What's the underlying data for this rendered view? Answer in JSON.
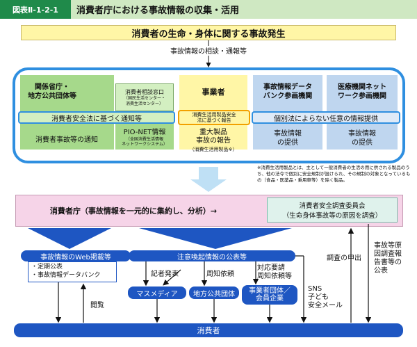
{
  "header": {
    "figure_no": "図表Ⅱ-1-2-1",
    "title": "消費者庁における事故情報の収集・活用"
  },
  "top_box": "消費者の生命・身体に関する事故発生",
  "consult_label": "事故情報の相談・通報等",
  "ministries": {
    "title": "関係省庁・\n地方公共団体等",
    "consult": "消費者相談窓口",
    "consult_sub": "（国民生活センター・\n消費生活センター）",
    "notice": "消費者事故等の通知"
  },
  "banner_green": "消費者安全法に基づく通知等",
  "pionet": {
    "title": "PIO-NET情報",
    "sub": "（全国消費生活情報\nネットワークシステム）"
  },
  "business": {
    "title": "事業者",
    "basis": "消費生活用製品安全\n法に基づく報告",
    "report": "重大製品\n事故の報告",
    "report_sub": "（消費生活用製品※）"
  },
  "banner_blue": "個別法によらない任意の情報提供",
  "databank": {
    "title": "事故情報データ\nバンク参画機関",
    "provide": "事故情報\nの提供"
  },
  "medical": {
    "title": "医療機関ネット\nワーク参画機関",
    "provide": "事故情報\nの提供"
  },
  "note": "※消費生活用製品とは、主として一般消費者の生活の用に供される製品のうち、他の法令で個別に安全規制が設けられ、その規制の対象となっているもの（食品・医薬品・乗用車等）を除く製品。",
  "caa": "消費者庁（事故情報を一元的に集約し、分析）→",
  "committee": {
    "title": "消費者安全調査委員会",
    "sub": "（生命身体事故等の原因を調査）"
  },
  "web": {
    "title": "事故情報のWeb掲載等",
    "items": [
      "・定期公表",
      "・事故情報データバンク"
    ]
  },
  "alert": "注意喚起情報の公表等",
  "labels": {
    "press": "記者発表",
    "request": "周知依頼",
    "measures": "対応要請\n周知依頼等",
    "sns": "SNS",
    "kids": "子ども\n安全メール",
    "inquiry": "調査の申出",
    "view": "閲覧",
    "report": "事故等原\n因調査報\n告書等の\n公表"
  },
  "mass_media": "マスメディア",
  "local_gov": "地方公共団体",
  "business_org": "事業者団体／\n会員企業",
  "consumer": "消費者"
}
